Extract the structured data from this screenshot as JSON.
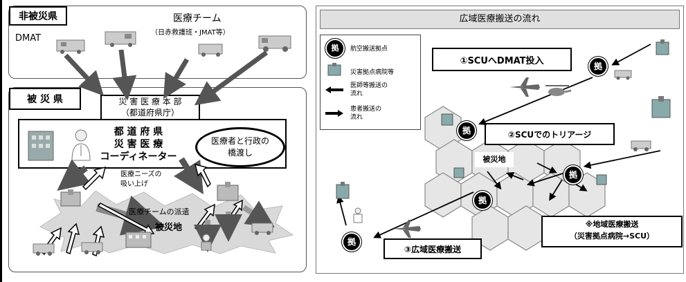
{
  "left": {
    "non_affected_label": "非被災県",
    "medical_team_title": "医療チーム",
    "medical_team_sub": "（日赤救護班・JMAT等）",
    "dmat": "DMAT",
    "affected_label": "被 災 県",
    "hq_line1": "災 害 医 療 本 部",
    "hq_line2": "（都道府県庁）",
    "coord_line1": "都 道 府 県",
    "coord_line2": "災 害 医 療",
    "coord_line3": "コーディネーター",
    "bridge_line1": "医療者と行政の",
    "bridge_line2": "橋渡し",
    "needs_line1": "医療ニーズの",
    "needs_line2": "吸い上げ",
    "dispatch": "医療チームの派遣",
    "disaster_area": "被災地"
  },
  "right": {
    "title": "広域医療搬送の流れ",
    "legend": [
      {
        "icon": "base-icon",
        "glyph": "拠",
        "text": "航空搬送拠点"
      },
      {
        "icon": "hospital-icon",
        "text": "災害拠点病院等"
      },
      {
        "icon": "arrow-left-icon",
        "text": "医師等搬送の\n流れ"
      },
      {
        "icon": "arrow-right-icon",
        "text": "患者搬送の\n流れ"
      }
    ],
    "step1": "①SCUへDMAT投入",
    "step2": "②SCUでのトリアージ",
    "step3": "③広域医療搬送",
    "disaster_area": "被災地",
    "regional_line1": "※地域医療搬送",
    "regional_line2": "（災害拠点病院→SCU）",
    "base_glyph": "拠"
  },
  "colors": {
    "arrow_dark": "#555555",
    "cloud": "#d9d9d9",
    "title_bar": "#e0e0e0",
    "hex_fill": "#e6e6e6",
    "border": "#000000"
  }
}
